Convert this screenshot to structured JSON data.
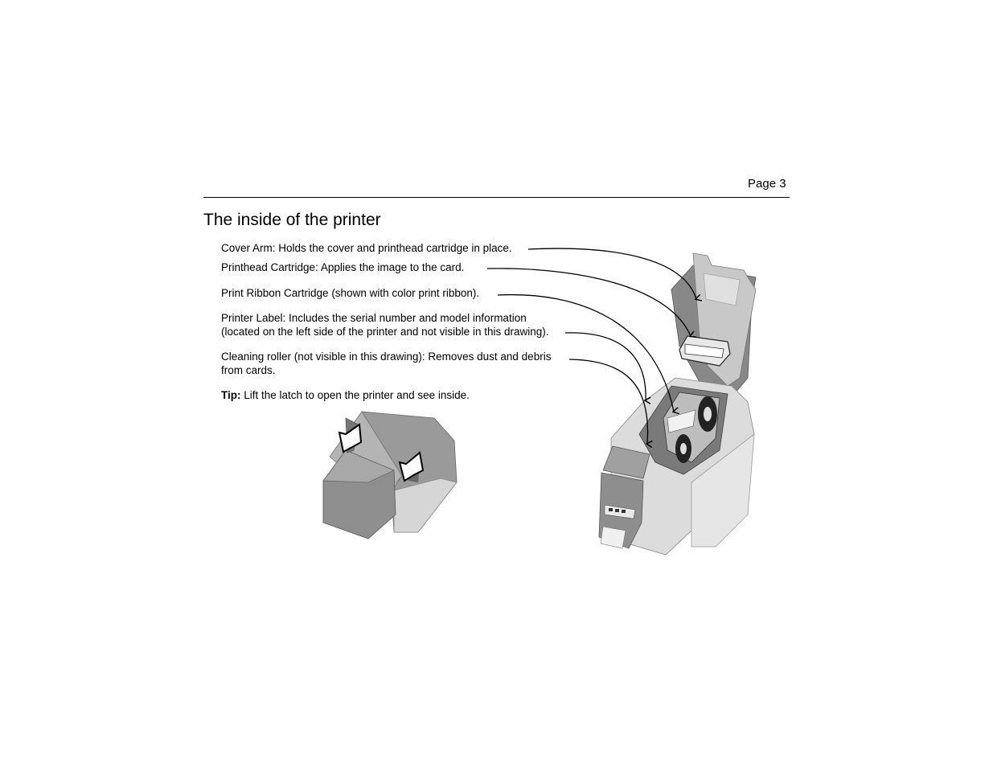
{
  "header": {
    "page_number": "Page 3"
  },
  "title": "The inside of the printer",
  "callouts": {
    "cover_arm": "Cover Arm: Holds the cover and printhead cartridge in place.",
    "printhead": "Printhead Cartridge: Applies the image to the card.",
    "ribbon": "Print Ribbon Cartridge (shown with color print ribbon).",
    "label_line1": "Printer Label: Includes the serial number and model information",
    "label_line2": "(located on the left side of the printer and not visible in this drawing).",
    "roller_line1": "Cleaning roller (not visible in this drawing): Removes dust and debris",
    "roller_line2": "from cards."
  },
  "tip": {
    "label": "Tip:",
    "text": " Lift the latch to open the printer and see inside."
  },
  "colors": {
    "body_gray": "#8c8c8c",
    "light_gray": "#d9d9d9",
    "dark_gray": "#555555"
  }
}
